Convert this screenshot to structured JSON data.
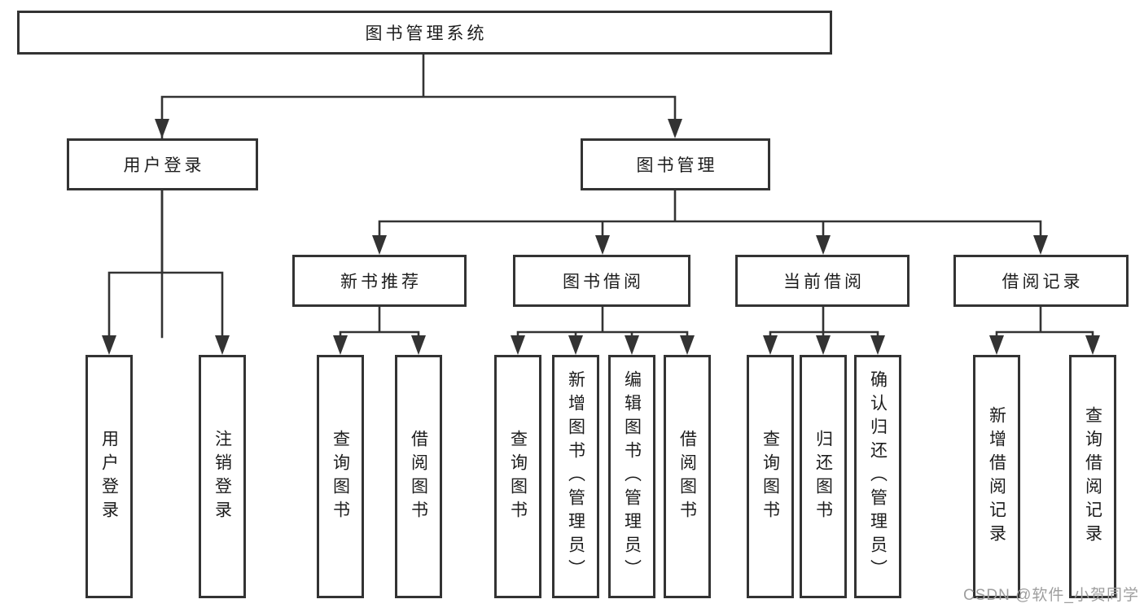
{
  "tree": {
    "root": {
      "label": "图书管理系统"
    },
    "branches": [
      {
        "label": "用户登录"
      },
      {
        "label": "图书管理"
      }
    ],
    "sections": [
      {
        "label": "新书推荐"
      },
      {
        "label": "图书借阅"
      },
      {
        "label": "当前借阅"
      },
      {
        "label": "借阅记录"
      }
    ],
    "leaves": [
      {
        "label": "用户登录"
      },
      {
        "label": "注销登录"
      },
      {
        "label": "查询图书"
      },
      {
        "label": "借阅图书"
      },
      {
        "label": "查询图书"
      },
      {
        "label": "新增图书（管理员）"
      },
      {
        "label": "编辑图书（管理员）"
      },
      {
        "label": "借阅图书"
      },
      {
        "label": "查询图书"
      },
      {
        "label": "归还图书"
      },
      {
        "label": "确认归还（管理员）"
      },
      {
        "label": "新增借阅记录"
      },
      {
        "label": "查询借阅记录"
      }
    ]
  },
  "watermark": "CSDN @软件_小贺同学",
  "colors": {
    "line": "#333333",
    "text": "#1d1d1d",
    "bg": "#ffffff",
    "watermark": "#9e9e9e"
  }
}
